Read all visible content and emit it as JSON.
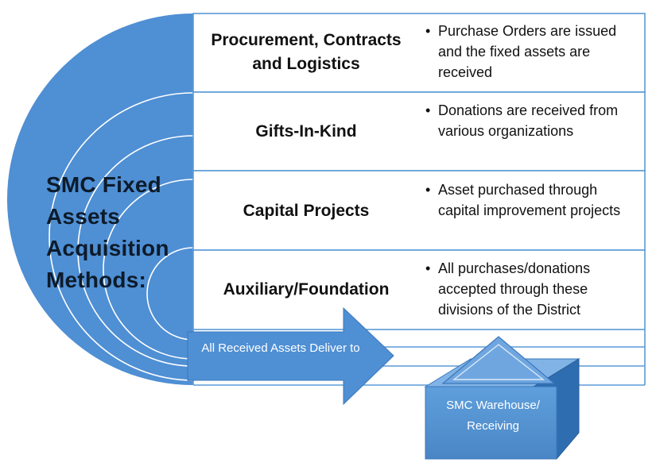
{
  "title": "SMC Fixed Assets Acquisition Methods:",
  "methods": [
    {
      "name": "Procurement, Contracts and Logistics",
      "description": "Purchase Orders are issued and the fixed assets are received"
    },
    {
      "name": "Gifts-In-Kind",
      "description": "Donations are received from various organizations"
    },
    {
      "name": "Capital Projects",
      "description": "Asset purchased through capital improvement projects"
    },
    {
      "name": "Auxiliary/Foundation",
      "description": "All purchases/donations accepted through these divisions of the District"
    }
  ],
  "arrow_label": "All Received Assets Deliver to",
  "destination": "SMC Warehouse/ Receiving",
  "bullet_symbol": "•",
  "colors": {
    "primary_blue": "#4f8fd4",
    "arc_line": "#ffffff",
    "border_blue": "#5b9bd5",
    "dark_blue": "#2e6eb0",
    "text_dark": "#111111"
  }
}
